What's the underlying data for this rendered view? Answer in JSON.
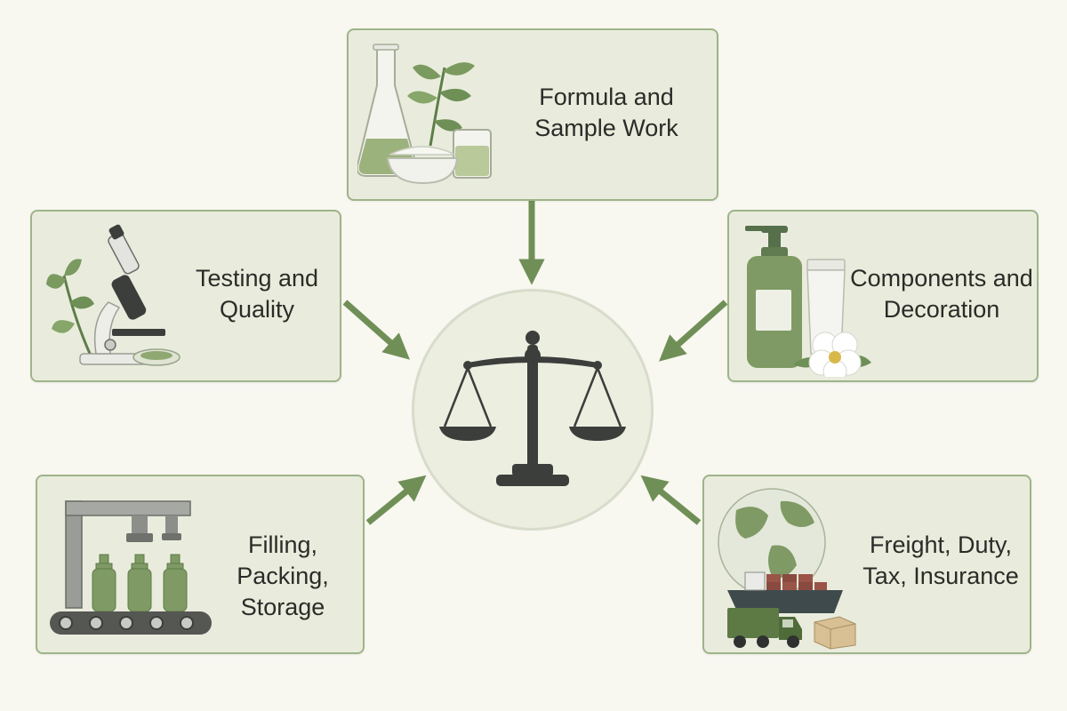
{
  "center": {
    "icon": "balance-scale-icon"
  },
  "nodes": [
    {
      "id": "formula",
      "label_lines": [
        "Formula and",
        "Sample Work"
      ],
      "icon": "lab-flask-leaf-icon"
    },
    {
      "id": "testing",
      "label_lines": [
        "Testing and",
        "Quality"
      ],
      "icon": "microscope-icon"
    },
    {
      "id": "components",
      "label_lines": [
        "Components and",
        "Decoration"
      ],
      "icon": "pump-bottle-tube-icon"
    },
    {
      "id": "filling",
      "label_lines": [
        "Filling, Packing,",
        "Storage"
      ],
      "icon": "filling-machine-icon"
    },
    {
      "id": "freight",
      "label_lines": [
        "Freight, Duty,",
        "Tax, Insurance"
      ],
      "icon": "globe-ship-truck-icon"
    }
  ],
  "colors": {
    "background": "#f8f7f0",
    "card_fill": "#e9ecdc",
    "card_border": "#9eb48a",
    "arrow": "#6f8f57",
    "scale": "#3c3e3c",
    "text": "#2b2b28"
  }
}
